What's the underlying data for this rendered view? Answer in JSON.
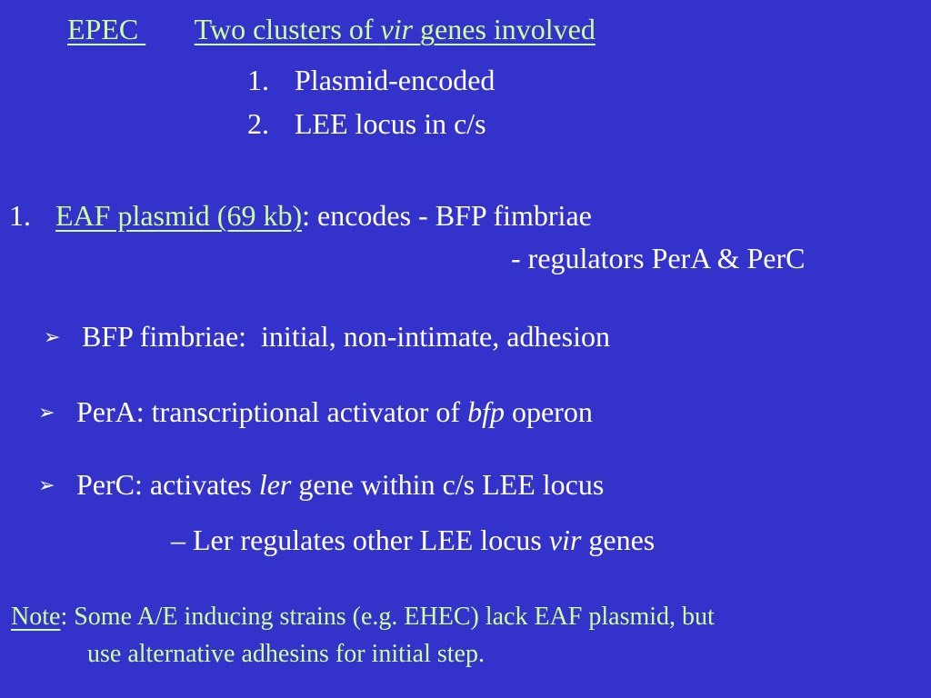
{
  "header": {
    "epec": "EPEC ",
    "title_pre": "Two clusters of ",
    "title_vir": "vir",
    "title_post": " genes involved"
  },
  "clusters": [
    {
      "num": "1.",
      "text": "Plasmid-encoded"
    },
    {
      "num": "2.",
      "text": "LEE locus in c/s"
    }
  ],
  "eaf": {
    "num": "1.",
    "link": "EAF plasmid (69 kb)",
    "rest": ": encodes - BFP fimbriae",
    "line2": "- regulators PerA & PerC"
  },
  "bullet_icon": "right-arrow-bullet-icon",
  "bullet_glyph": "➢",
  "bullets": {
    "bfp": "BFP fimbriae:  initial, non-intimate, adhesion",
    "pera_pre": "PerA: transcriptional activator of ",
    "pera_it": "bfp",
    "pera_post": " operon",
    "perc_pre": "PerC: activates ",
    "perc_it": "ler",
    "perc_post": " gene within c/s LEE locus",
    "ler_pre": "– Ler regulates other LEE locus ",
    "ler_it": "vir",
    "ler_post": " genes"
  },
  "note": {
    "label": "Note",
    "line1": ": Some A/E inducing strains (e.g. EHEC) lack EAF plasmid, but",
    "line2": "use alternative adhesins for initial step."
  },
  "colors": {
    "background": "#3333cc",
    "text": "#ffffff",
    "accent": "#ccff99"
  }
}
